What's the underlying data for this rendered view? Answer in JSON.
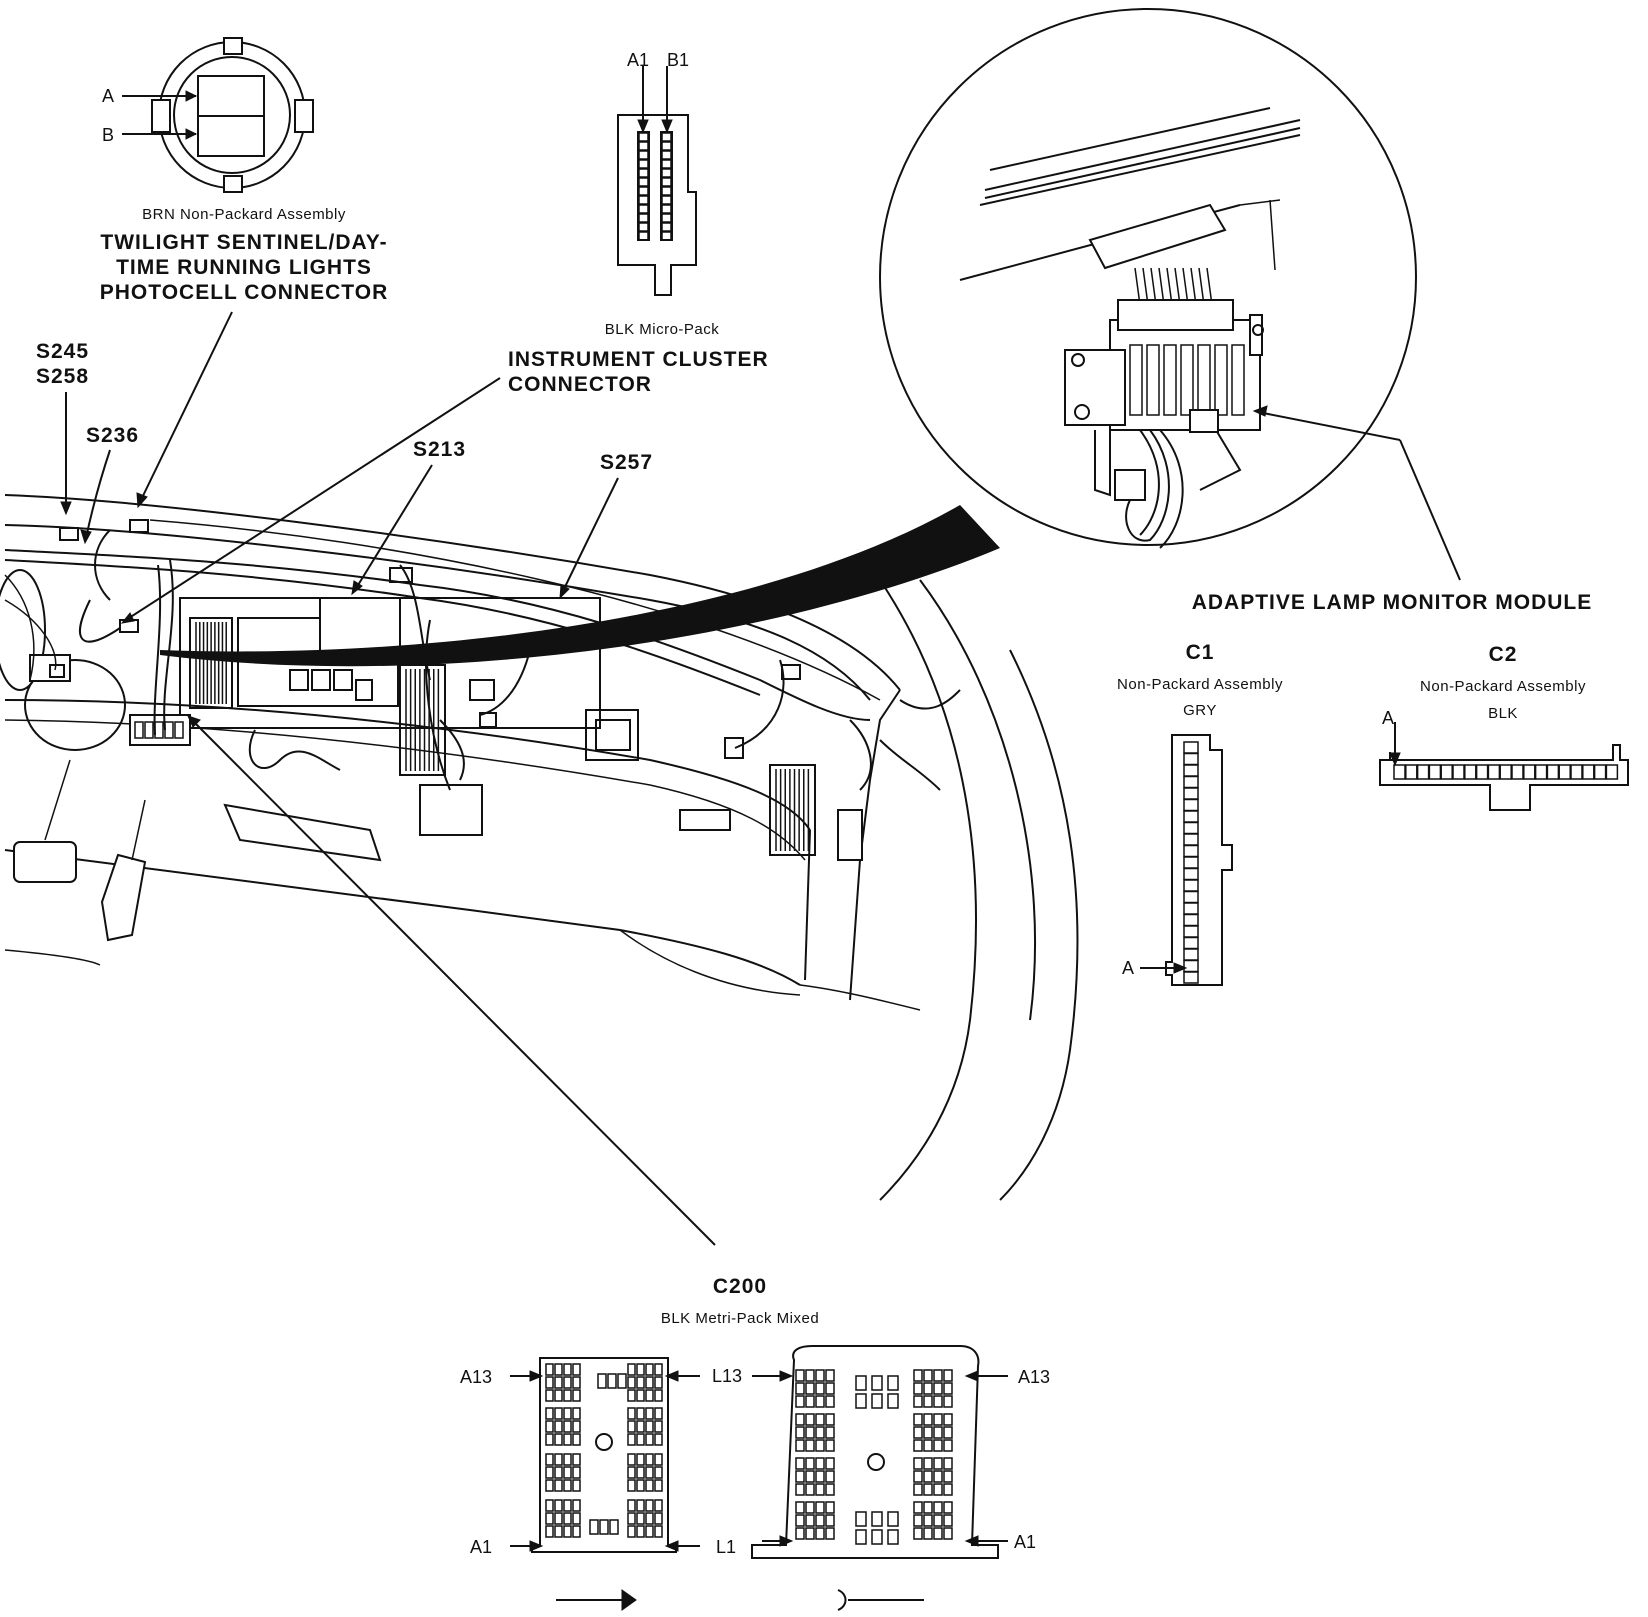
{
  "photocell": {
    "pin_a": "A",
    "pin_b": "B",
    "assembly": "BRN Non-Packard Assembly",
    "title_lines": [
      "TWILIGHT SENTINEL/DAY-",
      "TIME RUNNING LIGHTS",
      "PHOTOCELL CONNECTOR"
    ]
  },
  "cluster": {
    "pin_a1": "A1",
    "pin_b1": "B1",
    "assembly": "BLK Micro-Pack",
    "title_lines": [
      "INSTRUMENT CLUSTER",
      "CONNECTOR"
    ]
  },
  "splices": {
    "s245": "S245",
    "s258": "S258",
    "s236": "S236",
    "s213": "S213",
    "s257": "S257"
  },
  "lamp_module": {
    "title": "ADAPTIVE LAMP MONITOR MODULE",
    "c1": {
      "name": "C1",
      "assembly": "Non-Packard Assembly",
      "color": "GRY",
      "pin": "A"
    },
    "c2": {
      "name": "C2",
      "assembly": "Non-Packard Assembly",
      "color": "BLK",
      "pin": "A"
    }
  },
  "c200": {
    "name": "C200",
    "assembly": "BLK Metri-Pack Mixed",
    "left_top_label": "A13",
    "left_bottom_label": "A1",
    "mid_top_label": "L13",
    "mid_bottom_label": "L1",
    "right_top_label": "A13",
    "right_bottom_label": "A1"
  }
}
